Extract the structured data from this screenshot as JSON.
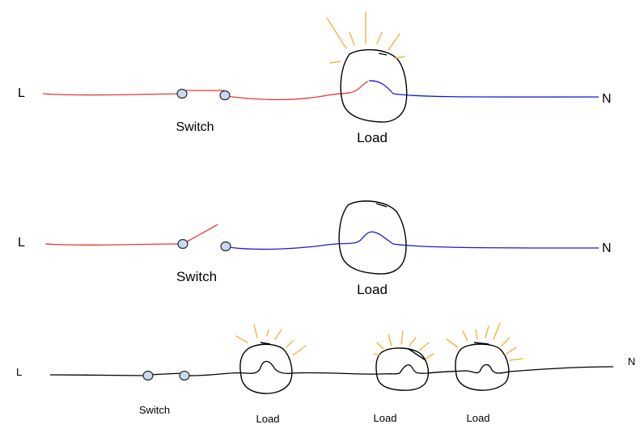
{
  "colors": {
    "live": "#e53935",
    "neutral": "#1a1ad6",
    "plain": "#000000",
    "rays": "#f5b342",
    "terminal": "#c9daf0"
  },
  "circuits": [
    {
      "state": "closed",
      "live_label": "L",
      "neutral_label": "N",
      "switch_label": "Switch",
      "load_labels": [
        "Load"
      ]
    },
    {
      "state": "open",
      "live_label": "L",
      "neutral_label": "N",
      "switch_label": "Switch",
      "load_labels": [
        "Load"
      ]
    },
    {
      "state": "closed-series",
      "live_label": "L",
      "neutral_label": "N",
      "switch_label": "Switch",
      "load_labels": [
        "Load",
        "Load",
        "Load"
      ]
    }
  ]
}
